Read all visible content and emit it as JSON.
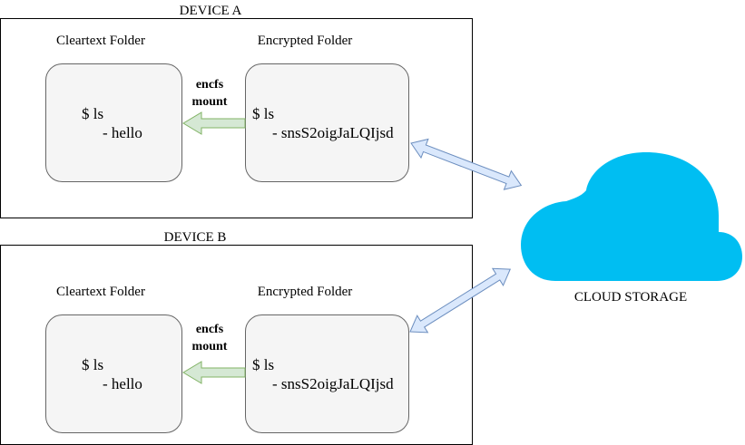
{
  "colors": {
    "box_fill": "#f5f5f5",
    "box_stroke": "#666666",
    "mount_arrow_fill": "#d5e8d4",
    "mount_arrow_stroke": "#82b366",
    "sync_arrow_fill": "#dae8fc",
    "sync_arrow_stroke": "#6c8ebf",
    "cloud": "#00bef2"
  },
  "device_a": {
    "title": "DEVICE A",
    "cleartext_title": "Cleartext Folder",
    "encrypted_title": "Encrypted Folder",
    "cleartext_cmd": "$ ls",
    "cleartext_file": "- hello",
    "encrypted_cmd": "$ ls",
    "encrypted_file": "- snsS2oigJaLQIjsd",
    "mount_line1": "encfs",
    "mount_line2": "mount"
  },
  "device_b": {
    "title": "DEVICE B",
    "cleartext_title": "Cleartext Folder",
    "encrypted_title": "Encrypted Folder",
    "cleartext_cmd": "$ ls",
    "cleartext_file": "- hello",
    "encrypted_cmd": "$ ls",
    "encrypted_file": "- snsS2oigJaLQIjsd",
    "mount_line1": "encfs",
    "mount_line2": "mount"
  },
  "cloud": {
    "label": "CLOUD STORAGE",
    "icon": "cloud-icon"
  }
}
